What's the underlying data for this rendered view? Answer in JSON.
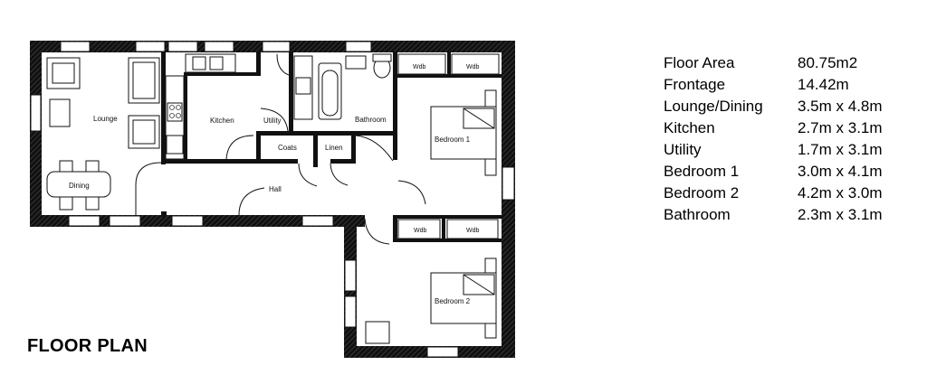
{
  "title": "FLOOR PLAN",
  "rooms": {
    "lounge": "Lounge",
    "dining": "Dining",
    "kitchen": "Kitchen",
    "utility": "Utility",
    "bathroom": "Bathroom",
    "coats": "Coats",
    "linen": "Linen",
    "hall": "Hall",
    "bedroom1": "Bedroom 1",
    "bedroom2": "Bedroom 2",
    "wdb": "Wdb"
  },
  "specs": [
    {
      "label": "Floor Area",
      "value": "80.75m2"
    },
    {
      "label": "Frontage",
      "value": "14.42m"
    },
    {
      "label": "Lounge/Dining",
      "value": "3.5m x 4.8m"
    },
    {
      "label": "Kitchen",
      "value": "2.7m x 3.1m"
    },
    {
      "label": "Utility",
      "value": "1.7m x 3.1m"
    },
    {
      "label": "Bedroom 1",
      "value": "3.0m x 4.1m"
    },
    {
      "label": "Bedroom 2",
      "value": "4.2m x 3.0m"
    },
    {
      "label": "Bathroom",
      "value": "2.3m x 3.1m"
    }
  ]
}
